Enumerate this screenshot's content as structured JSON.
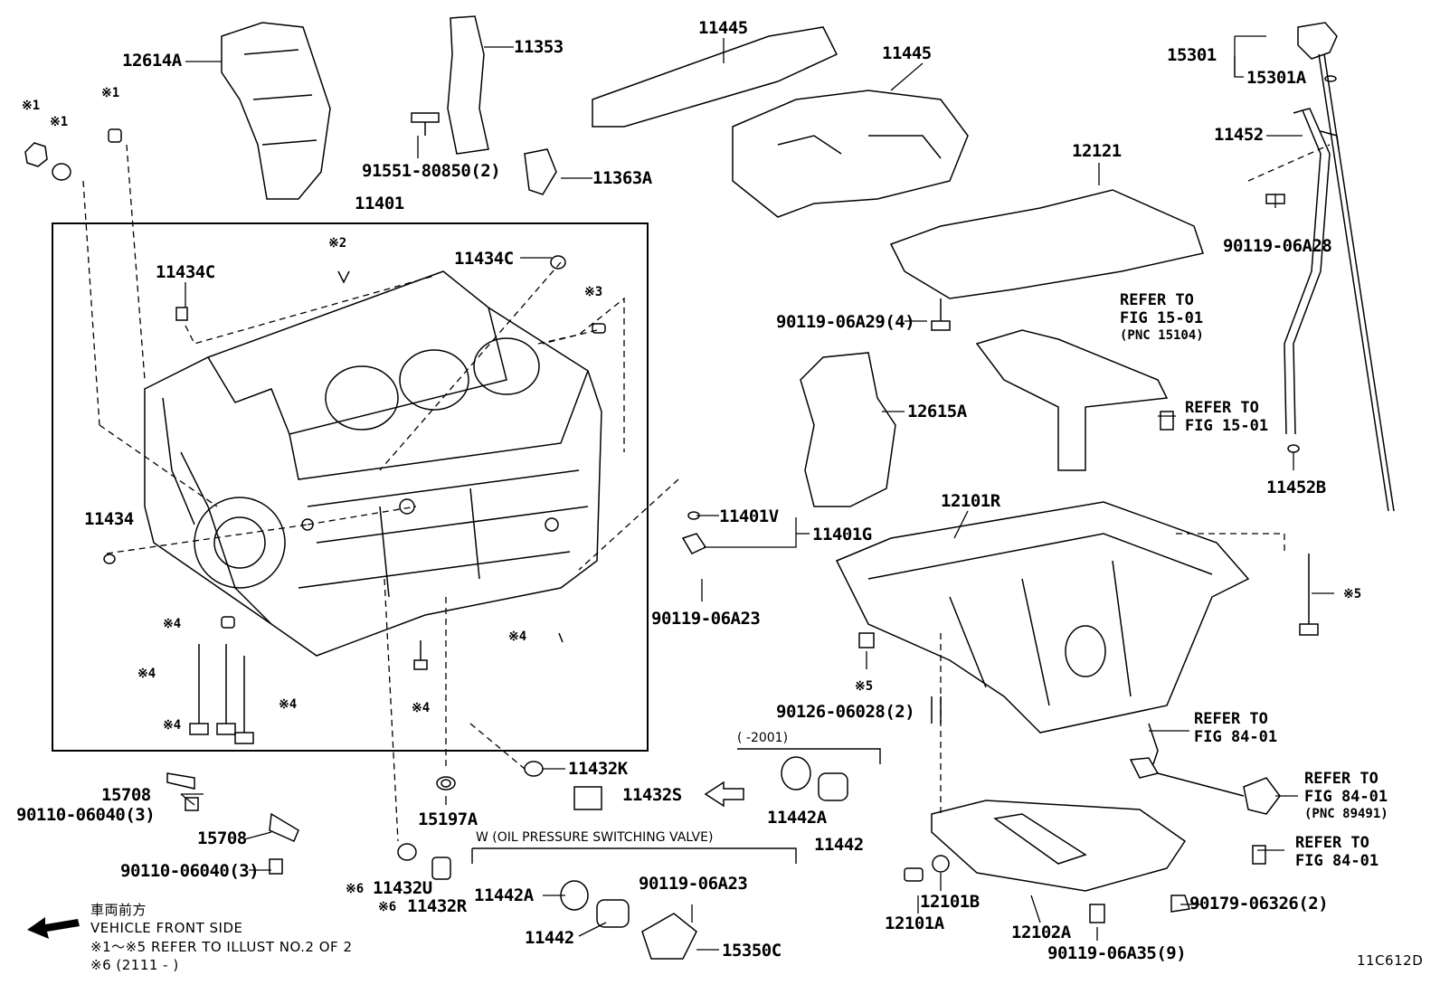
{
  "diagram_id": "11C612D",
  "block_label": "11401",
  "parts": {
    "p12614A": "12614A",
    "p11353": "11353",
    "p11445a": "11445",
    "p11445b": "11445",
    "p15301": "15301",
    "p15301A": "15301A",
    "p11452": "11452",
    "p91551": "91551-80850(2)",
    "p11363A": "11363A",
    "p12121": "12121",
    "p90119_06A28": "90119-06A28",
    "p11434C_left": "11434C",
    "p11434C_right": "11434C",
    "p90119_06A29": "90119-06A29(4)",
    "p12615A": "12615A",
    "p11452B": "11452B",
    "p11434": "11434",
    "p11401V": "11401V",
    "p11401G": "11401G",
    "p12101R": "12101R",
    "p90119_06A23_a": "90119-06A23",
    "p90126": "90126-06028(2)",
    "p11432K": "11432K",
    "p11432S": "11432S",
    "p15708_a": "15708",
    "p15708_b": "15708",
    "p90110_a": "90110-06040(3)",
    "p90110_b": "90110-06040(3)",
    "p15197A": "15197A",
    "p11442A_a": "11442A",
    "p11442_a": "11442",
    "p11432U": "11432U",
    "p11432R": "11432R",
    "p11442A_b": "11442A",
    "p11442_b": "11442",
    "p90119_06A23_b": "90119-06A23",
    "p15350C": "15350C",
    "p12101A": "12101A",
    "p12101B": "12101B",
    "p12102A": "12102A",
    "p90119_06A35": "90119-06A35(9)",
    "p90179": "90179-06326(2)"
  },
  "marks": {
    "m1a": "※1",
    "m1b": "※1",
    "m1c": "※1",
    "m2": "※2",
    "m3": "※3",
    "m4a": "※4",
    "m4b": "※4",
    "m4c": "※4",
    "m4d": "※4",
    "m4e": "※4",
    "m4f": "※4",
    "m5a": "※5",
    "m5b": "※5",
    "m6a": "※6",
    "m6b": "※6"
  },
  "references": {
    "r1_line1": "REFER TO",
    "r1_line2": "FIG 15-01",
    "r1_line3": "(PNC 15104)",
    "r2_line1": "REFER TO",
    "r2_line2": "FIG 15-01",
    "r3_line1": "REFER TO",
    "r3_line2": "FIG 84-01",
    "r4_line1": "REFER TO",
    "r4_line2": "FIG 84-01",
    "r4_line3": "(PNC 89491)",
    "r5_line1": "REFER TO",
    "r5_line2": "FIG 84-01"
  },
  "boxes": {
    "box2001": "(    -2001)",
    "boxW": "W (OIL PRESSURE SWITCHING VALVE)"
  },
  "notes": {
    "n1": "車両前方",
    "n2": "VEHICLE FRONT SIDE",
    "n3": "※1～※5 REFER TO ILLUST NO.2 OF 2",
    "n4": "※6 (2111 -      )"
  }
}
